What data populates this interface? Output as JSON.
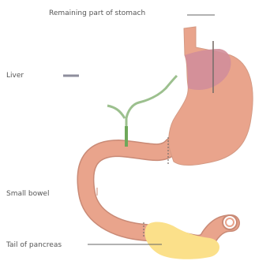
{
  "labels": {
    "remaining_stomach": "Remaining part of stomach",
    "liver": "Liver",
    "small_bowel": "Small bowel",
    "tail_of_pancreas": "Tail of pancreas"
  },
  "colors": {
    "stomach": "#e9a48c",
    "stomach_remaining_highlight": "#d28e9a",
    "small_bowel": "#e9a48c",
    "bowel_outline": "#c98a76",
    "bile_duct": "#9cc08e",
    "bile_duct_dark": "#6fa85a",
    "pancreas": "#fbe08a",
    "leader_line": "#666666",
    "liver_marker": "#8e8e9c",
    "staples": "#7a6f6a",
    "divider_line": "#888888"
  }
}
